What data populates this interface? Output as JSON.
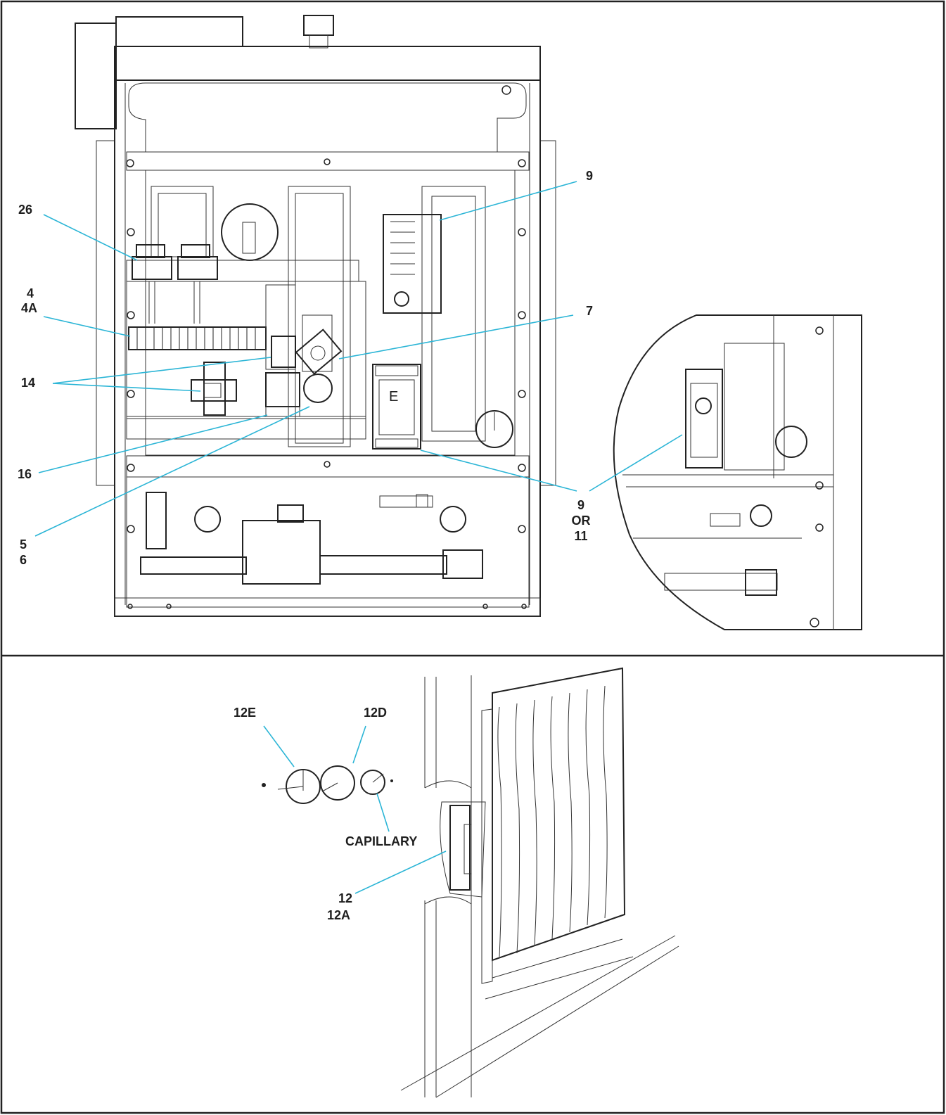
{
  "accent_color": "#2bb5d6",
  "labels": {
    "l26": "26",
    "l4": "4",
    "l4a": "4A",
    "l14": "14",
    "l16": "16",
    "l5": "5",
    "l6": "6",
    "l9_top": "9",
    "l7": "7",
    "l9_or": "9",
    "l_or": "OR",
    "l11": "11",
    "l12e": "12E",
    "l12d": "12D",
    "l_cap": "CAPILLARY",
    "l12": "12",
    "l12a": "12A"
  },
  "icons": [
    "control-panel-drawing",
    "detail-inset-drawing",
    "heat-exchanger-drawing",
    "limit-switch-disc-icon"
  ]
}
